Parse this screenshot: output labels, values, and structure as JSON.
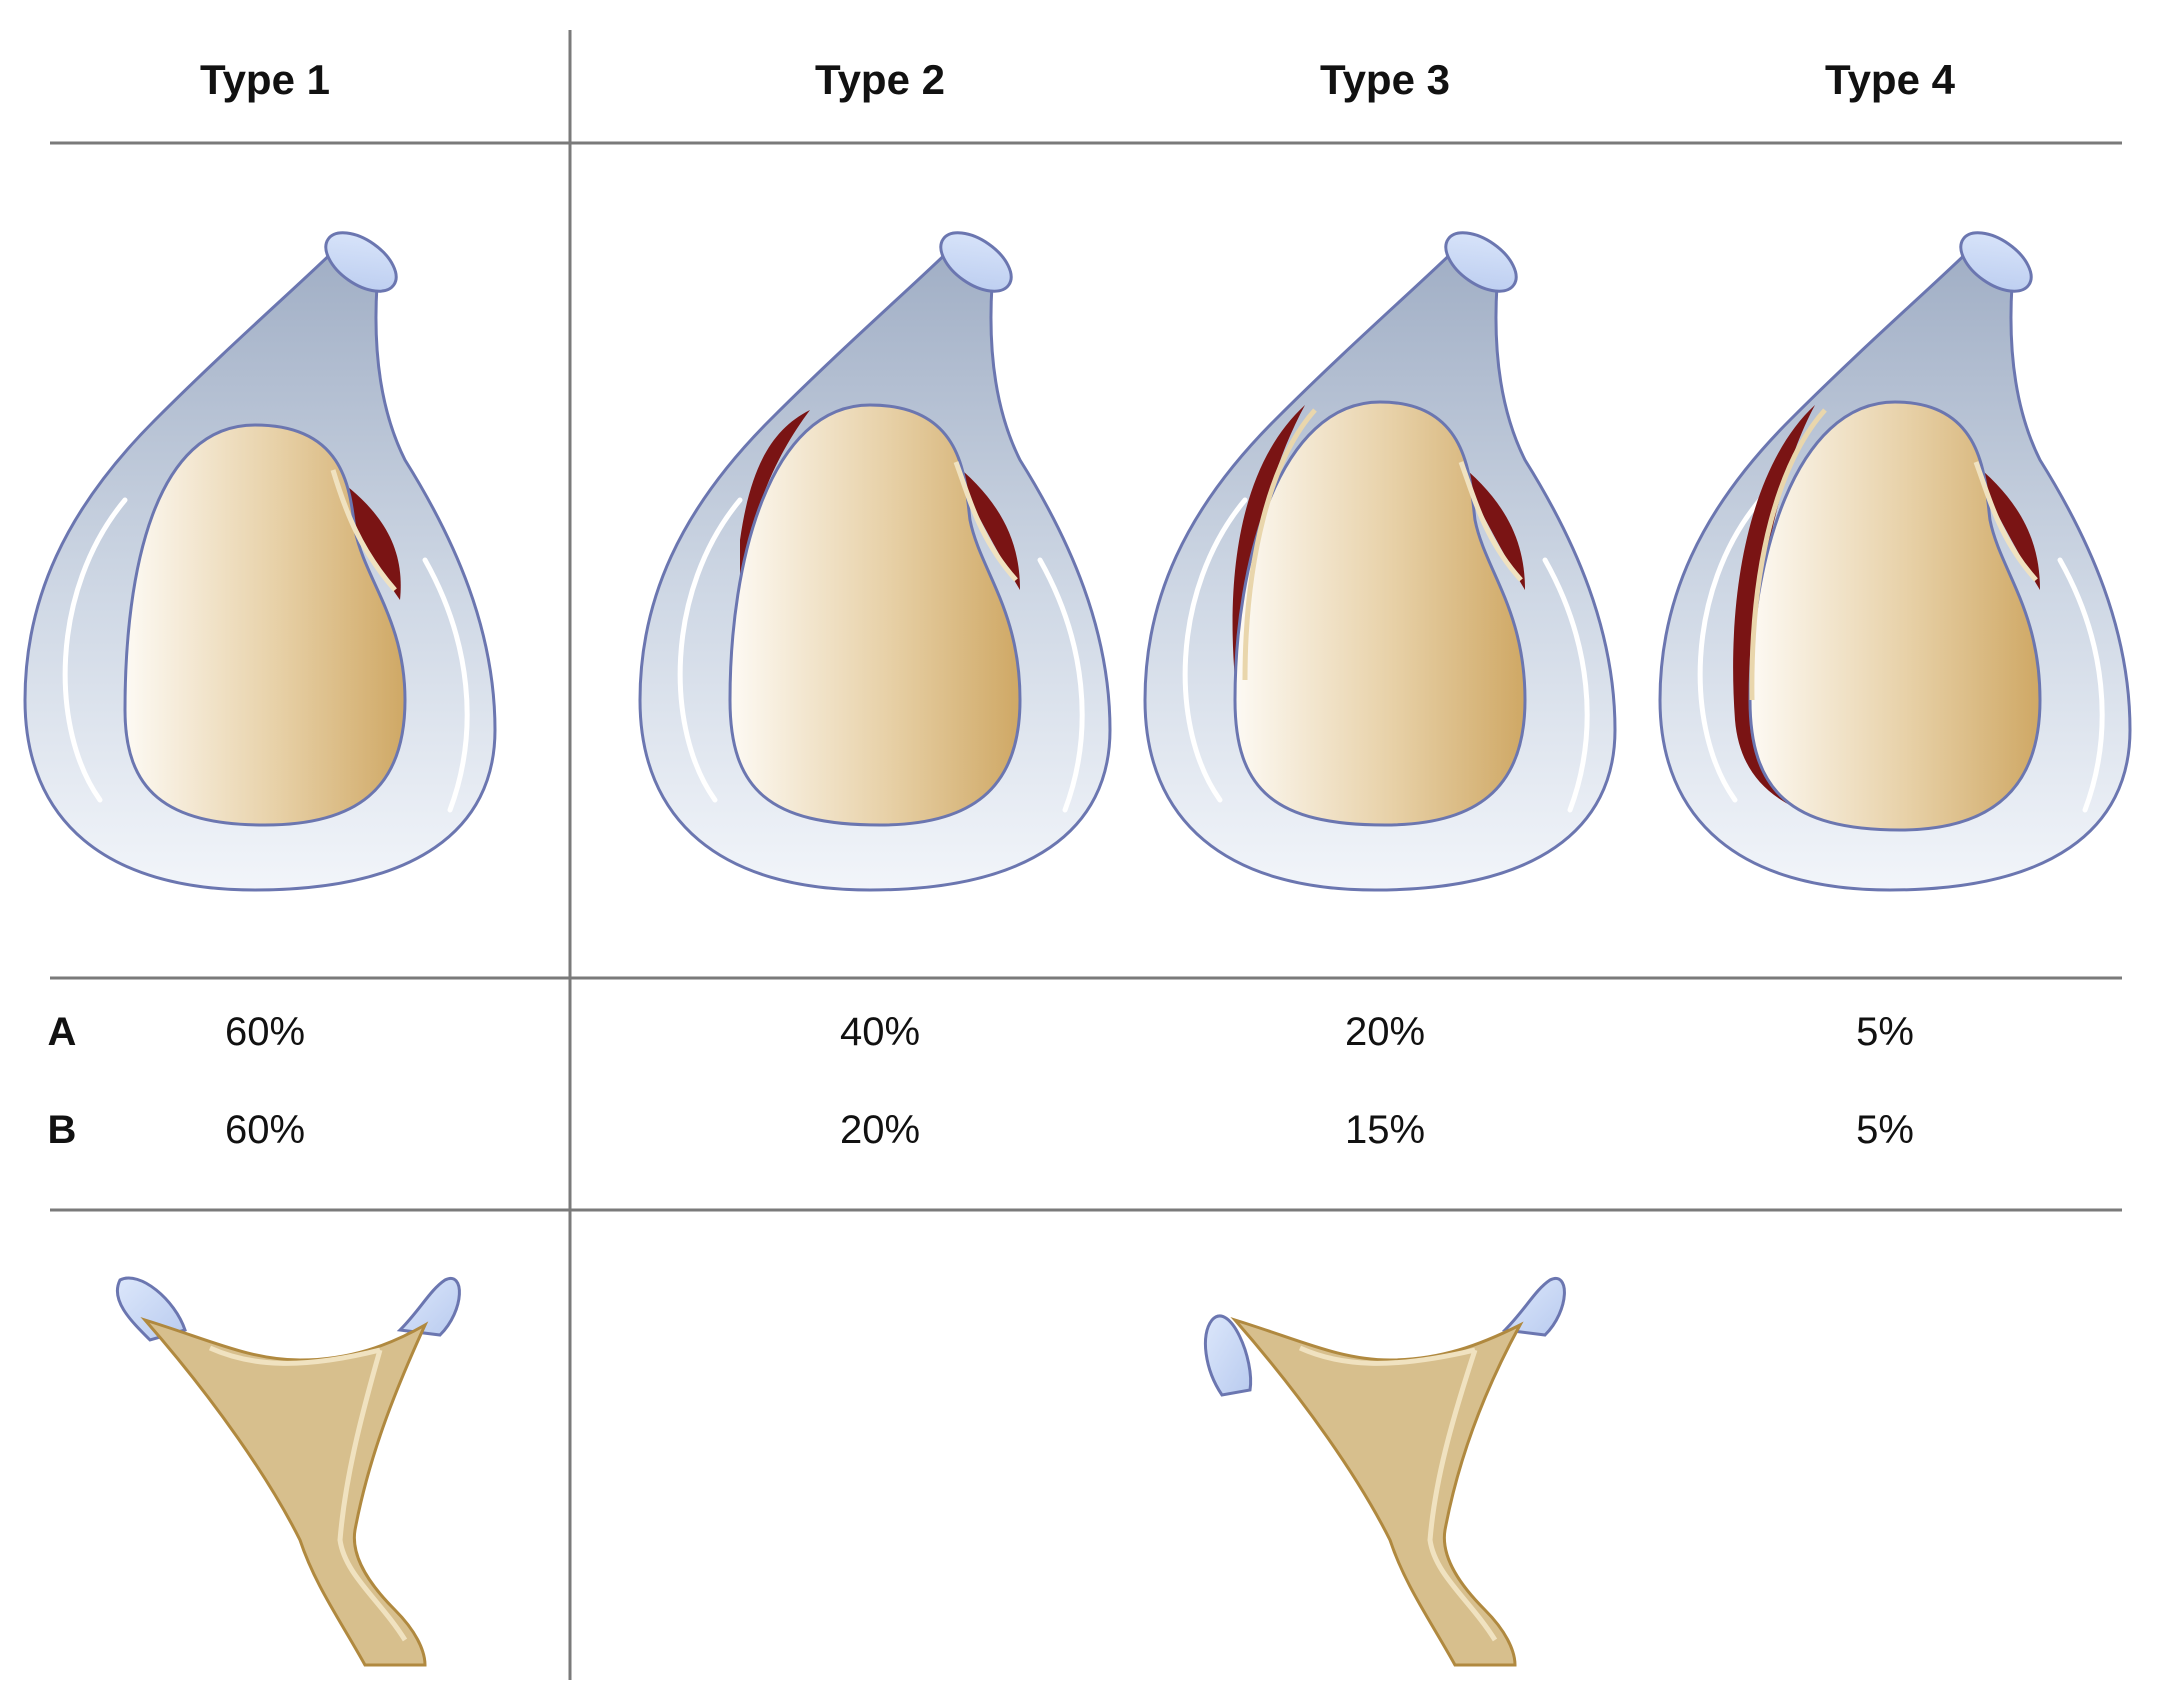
{
  "columns": [
    {
      "header": "Type 1",
      "a": "60%",
      "b": "60%"
    },
    {
      "header": "Type 2",
      "a": "40%",
      "b": "20%"
    },
    {
      "header": "Type 3",
      "a": "20%",
      "b": "15%"
    },
    {
      "header": "Type 4",
      "a": "5%",
      "b": "5%"
    }
  ],
  "rows": {
    "a_label": "A",
    "b_label": "B"
  },
  "colors": {
    "capsule_outline": "#6b76b0",
    "capsule_fill_top": "#a7b4c8",
    "capsule_fill_bottom": "#eef2f8",
    "bone_light": "#fbf6ee",
    "bone_dark": "#d3ad72",
    "blood": "#7a1414",
    "section_fill": "#d7bf8d",
    "section_outline": "#b0893f",
    "grid_line": "#7a7a7a"
  }
}
